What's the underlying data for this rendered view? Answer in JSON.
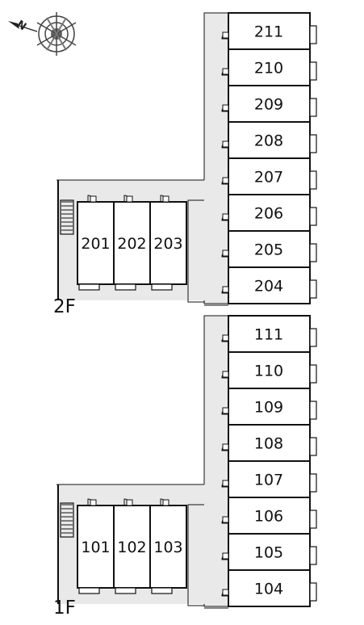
{
  "compass": {
    "north_label": "N",
    "icon": "compass-rose-icon"
  },
  "floors": [
    {
      "label": "2F",
      "column_rooms": [
        "211",
        "210",
        "209",
        "208",
        "207",
        "206",
        "205",
        "204"
      ],
      "wing_rooms": [
        "201",
        "202",
        "203"
      ]
    },
    {
      "label": "1F",
      "column_rooms": [
        "111",
        "110",
        "109",
        "108",
        "107",
        "106",
        "105",
        "104"
      ],
      "wing_rooms": [
        "101",
        "102",
        "103"
      ]
    }
  ],
  "colors": {
    "corridor": "#e9e9e9",
    "outline": "#111111",
    "room_fill": "#ffffff"
  }
}
